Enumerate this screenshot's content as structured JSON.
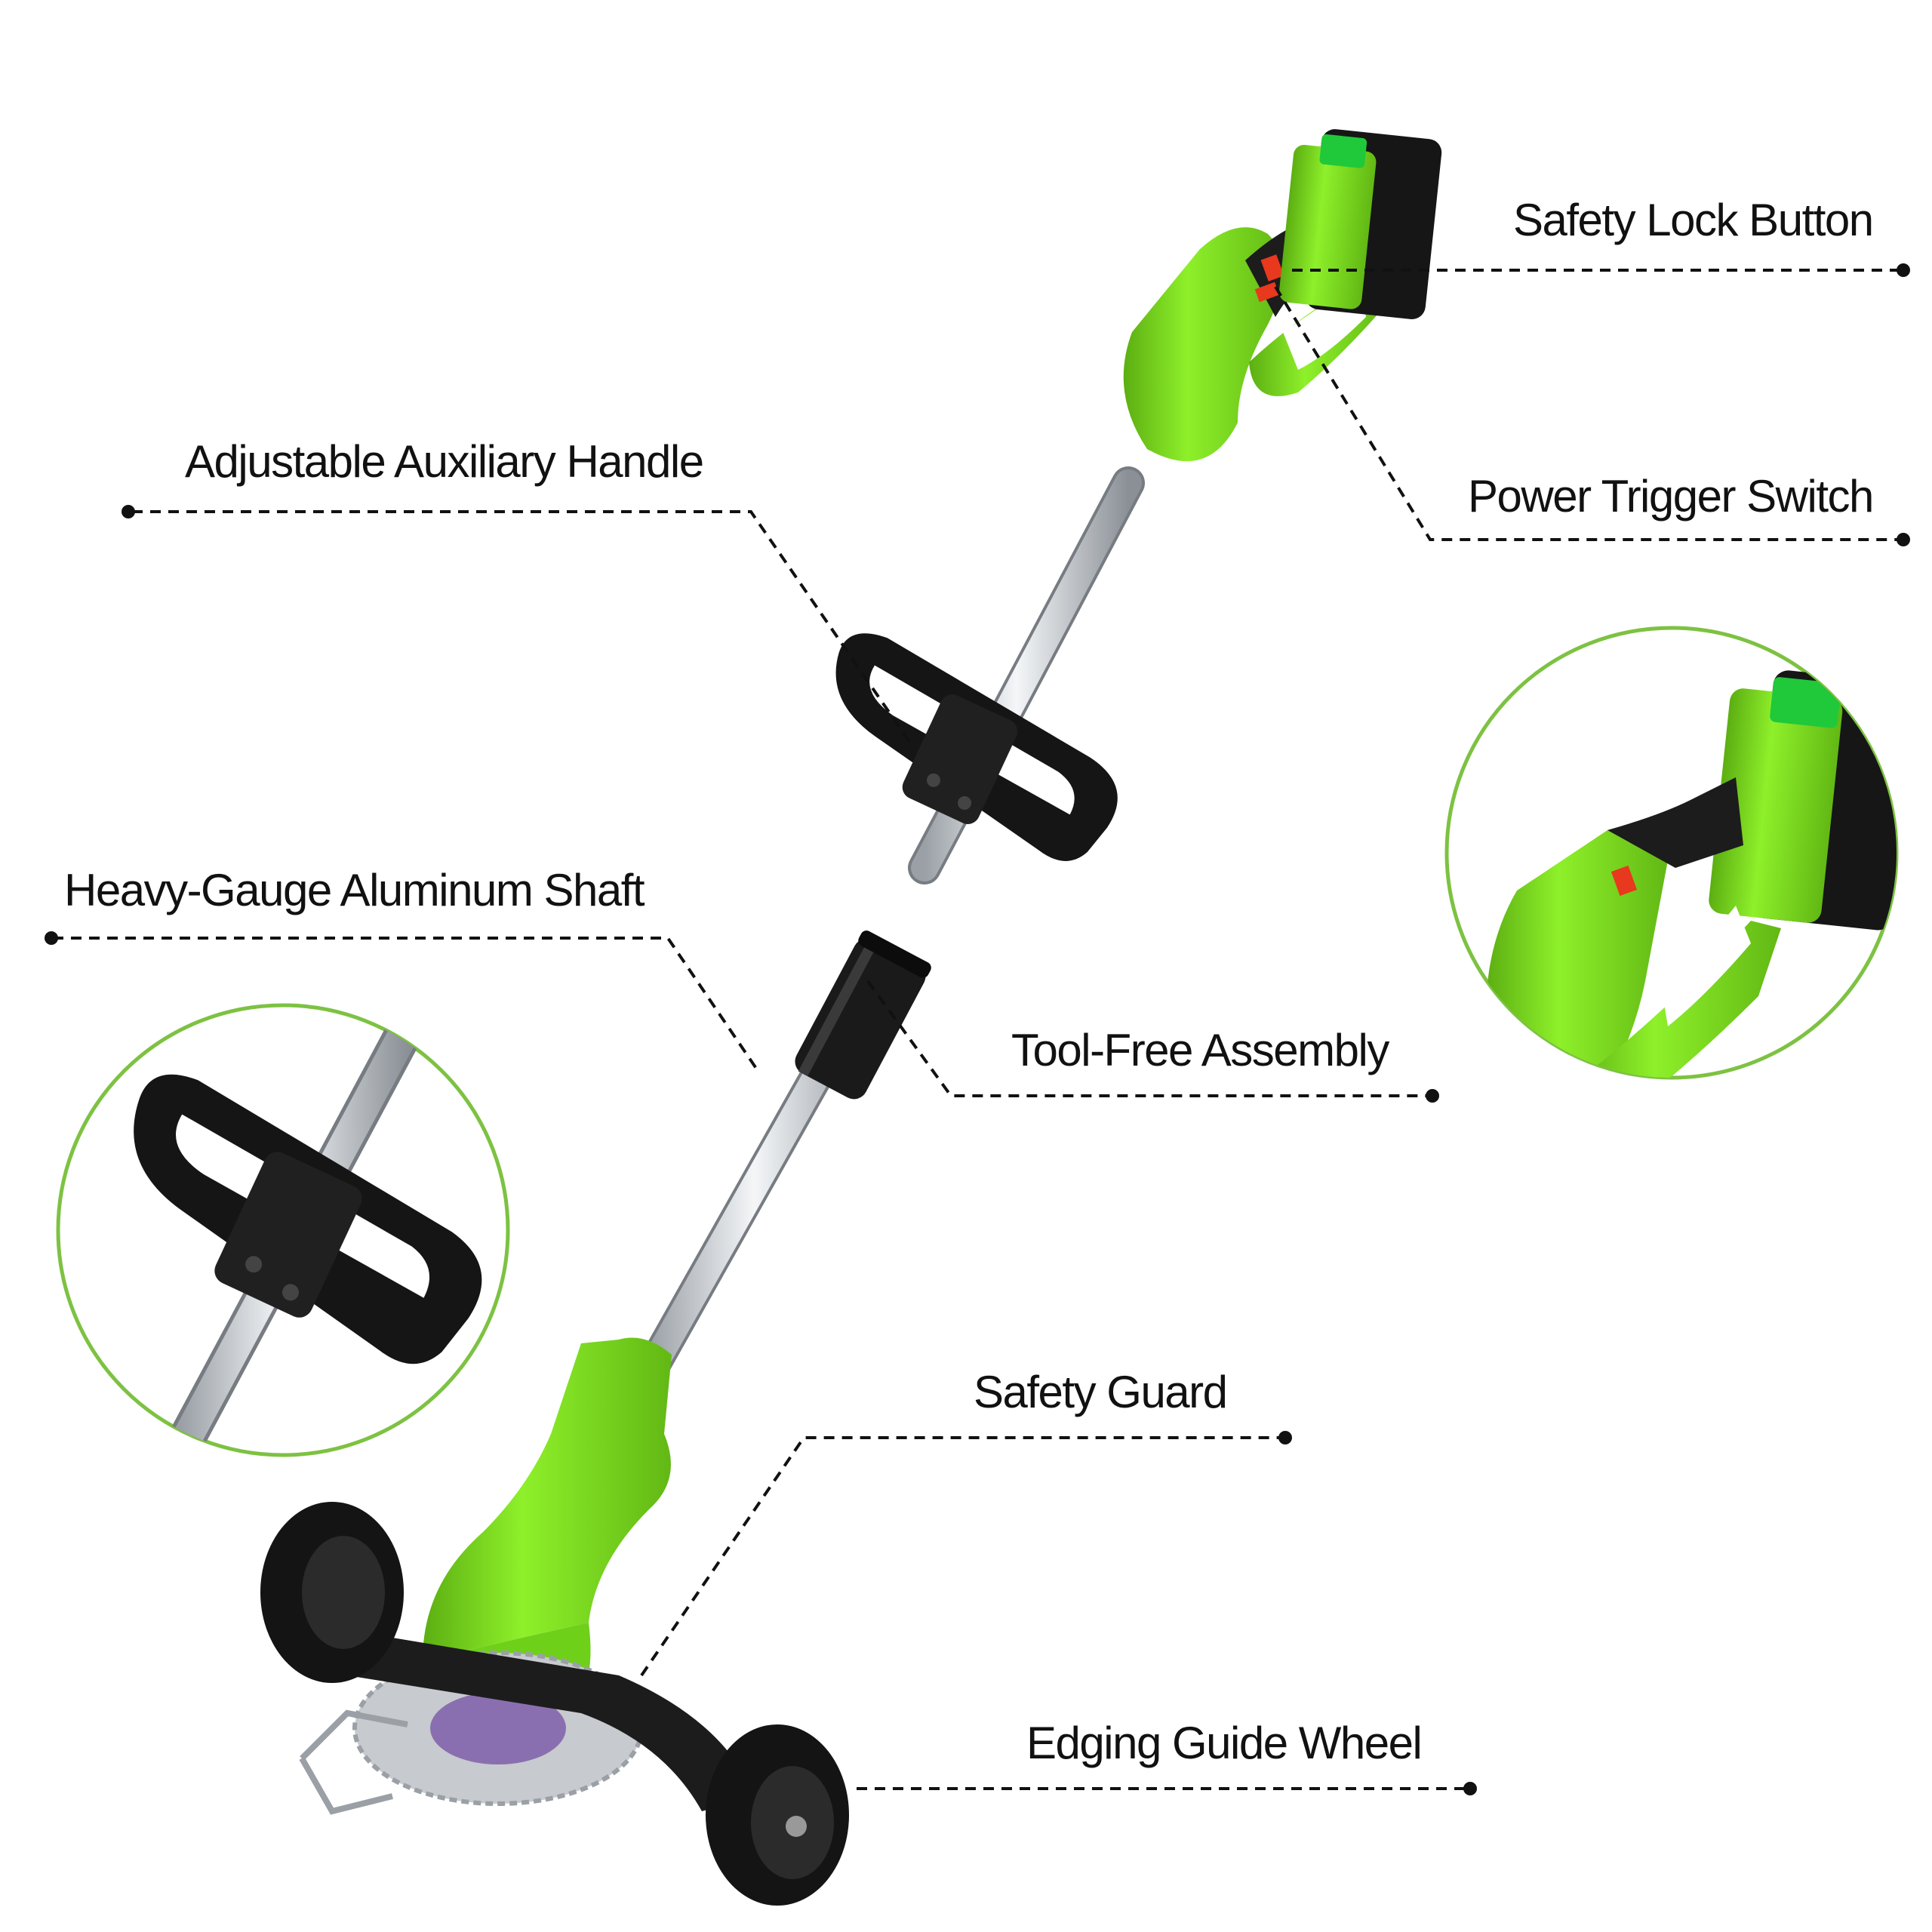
{
  "colors": {
    "body_green": "#7ee01e",
    "body_green_dark": "#5cae12",
    "circle_outline": "#7dc242",
    "black": "#111111",
    "shaft": "#c9ccd0",
    "trigger_red": "#e8381e",
    "battery_green": "#1fc93a"
  },
  "icons": [
    "trimmer-illustration",
    "handle-detail",
    "aux-handle-detail"
  ],
  "callouts": {
    "safety_lock": "Safety Lock Button",
    "power_trigger": "Power Trigger Switch",
    "aux_handle": "Adjustable Auxiliary Handle",
    "shaft": "Heavy-Gauge Aluminum Shaft",
    "assembly": "Tool-Free Assembly",
    "guard": "Safety Guard",
    "wheel": "Edging Guide Wheel"
  }
}
